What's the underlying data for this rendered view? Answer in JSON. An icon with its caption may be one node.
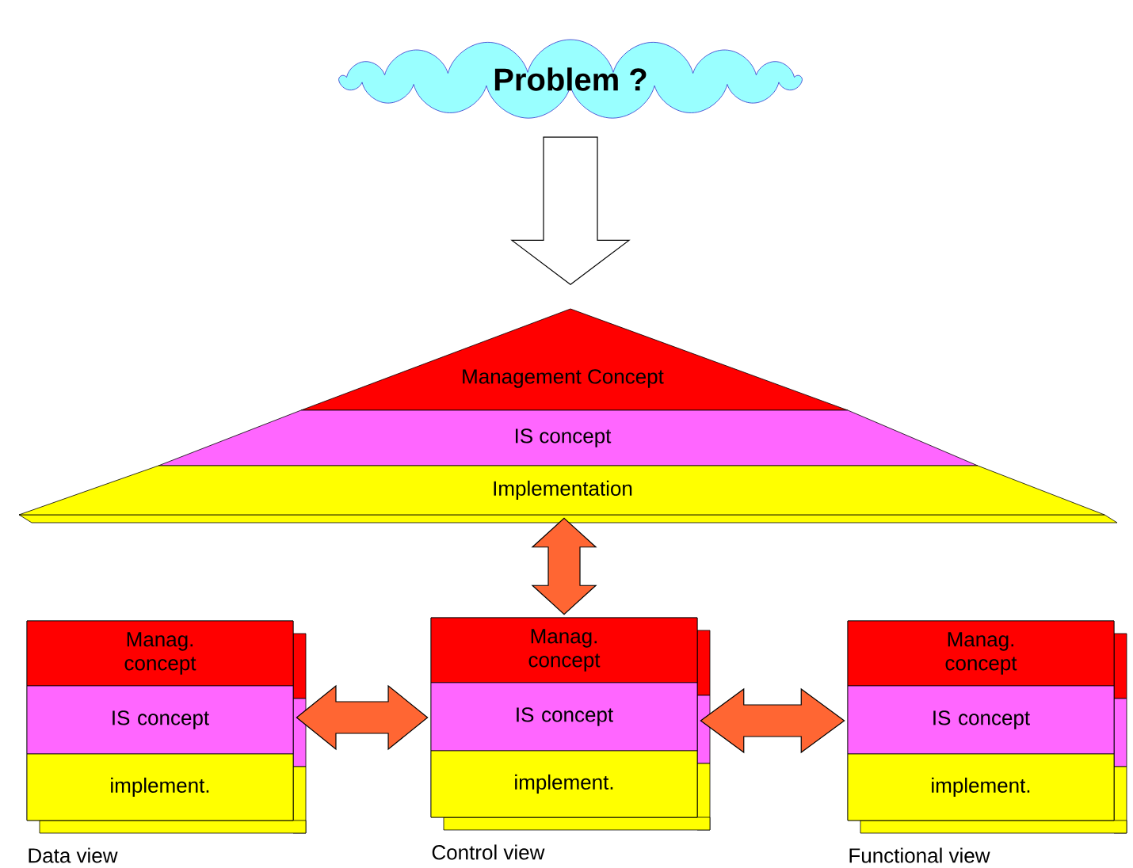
{
  "diagram": {
    "nodes": [
      {
        "text": [
          "Problem ?"
        ]
      },
      {
        "text": [
          "Management Concept"
        ]
      },
      {
        "text": [
          "IS concept"
        ]
      },
      {
        "text": [
          "Implementation"
        ]
      },
      {
        "text": [],
        "shape": "box",
        "beside": [
          "Data view"
        ]
      },
      {
        "text": [
          "Manag. concept"
        ],
        "in": 4
      },
      {
        "text": [
          "IS concept"
        ],
        "in": 4
      },
      {
        "text": [
          "implement."
        ],
        "in": 4
      },
      {
        "text": [],
        "shape": "box",
        "beside": [
          "Control view"
        ]
      },
      {
        "text": [
          "Manag. concept"
        ],
        "in": 8
      },
      {
        "text": [
          "IS concept"
        ],
        "in": 8
      },
      {
        "text": [
          "implement."
        ],
        "in": 8
      },
      {
        "text": [],
        "shape": "box",
        "beside": [
          "Functional view"
        ]
      },
      {
        "text": [
          "Manag. concept"
        ],
        "in": 12
      },
      {
        "text": [
          "IS concept"
        ],
        "in": 12
      },
      {
        "text": [
          "implement."
        ],
        "in": 12
      }
    ],
    "edges": [
      {
        "from": 0,
        "to": 1,
        "arrow": "to",
        "color": "#ffffff"
      },
      {
        "from": 3,
        "to": 8,
        "arrow": "both"
      },
      {
        "from": 4,
        "to": 8,
        "arrow": "both"
      },
      {
        "from": 8,
        "to": 12,
        "arrow": "both"
      }
    ]
  }
}
